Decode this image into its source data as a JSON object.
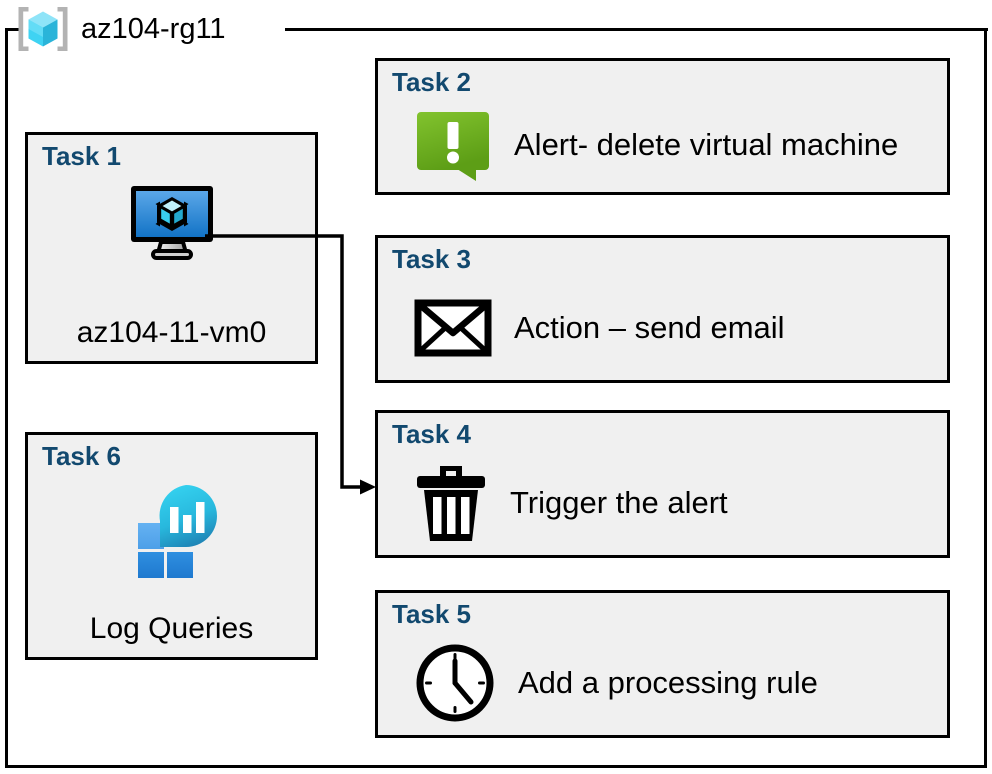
{
  "resource_group": {
    "name": "az104-rg11",
    "icon": "azure-resource-group-icon",
    "frame_color": "#000000"
  },
  "theme": {
    "card_background": "#f0f0f0",
    "card_border": "#000000",
    "task_title_color": "#12496f",
    "label_color": "#000000",
    "alert_green": "#76bc21",
    "azure_blue": "#2f8ad8",
    "log_cyan": "#2bc4e8",
    "log_blue": "#2f7fd1"
  },
  "cards": [
    {
      "id": "task-1",
      "title": "Task 1",
      "label": "az104-11-vm0",
      "icon": "virtual-machine-icon",
      "column": "left"
    },
    {
      "id": "task-6",
      "title": "Task 6",
      "label": "Log Queries",
      "icon": "log-queries-icon",
      "column": "left"
    },
    {
      "id": "task-2",
      "title": "Task 2",
      "label": "Alert- delete virtual machine",
      "icon": "alert-exclamation-icon",
      "column": "right"
    },
    {
      "id": "task-3",
      "title": "Task 3",
      "label": "Action – send email",
      "icon": "envelope-icon",
      "column": "right"
    },
    {
      "id": "task-4",
      "title": "Task 4",
      "label": "Trigger the alert",
      "icon": "trash-icon",
      "column": "right"
    },
    {
      "id": "task-5",
      "title": "Task 5",
      "label": "Add a processing rule",
      "icon": "clock-icon",
      "column": "right"
    }
  ],
  "connectors": [
    {
      "id": "vm-to-task-4",
      "from": "task-1-virtual-machine-icon",
      "to": "task-4",
      "arrow": "arrowhead-right-icon"
    }
  ]
}
